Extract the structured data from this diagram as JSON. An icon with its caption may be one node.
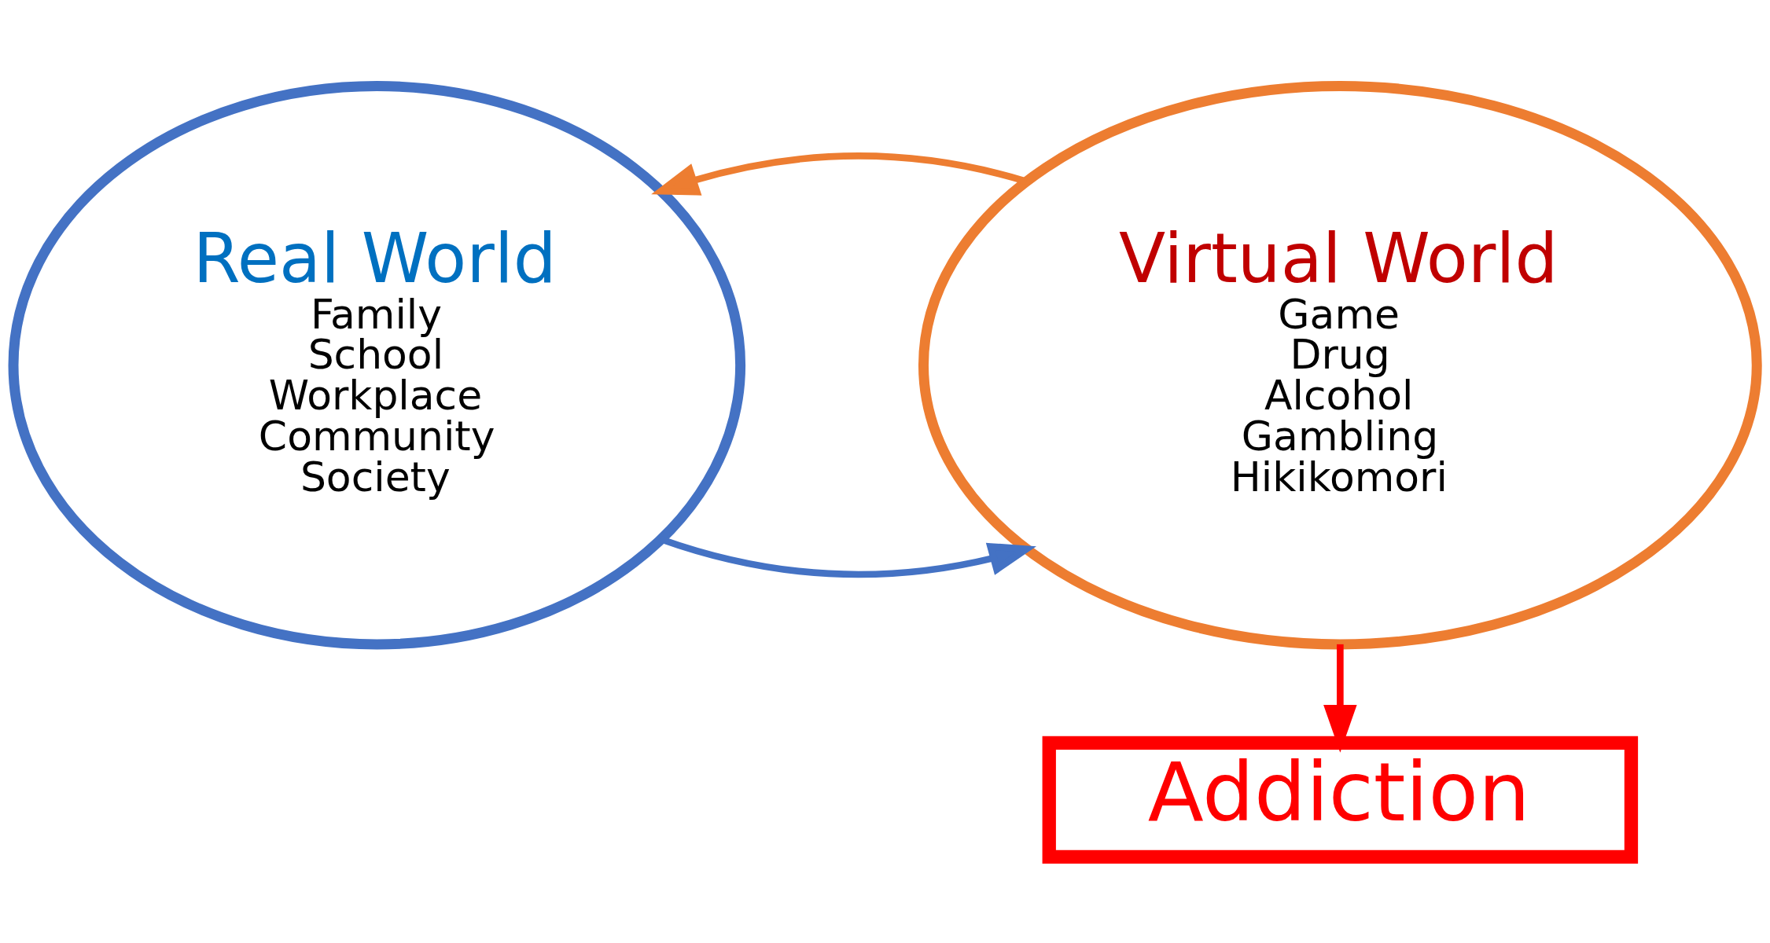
{
  "diagram": {
    "nodes": [
      {
        "text": [
          "Real World",
          "Family",
          "School",
          "Workplace",
          "Community",
          "Society"
        ]
      },
      {
        "text": [
          "Virtual World",
          "Game",
          "Drug",
          "Alcohol",
          "Gambling",
          "Hikikomori"
        ]
      },
      {
        "text": [
          "Addiction"
        ]
      }
    ],
    "edges": [
      {
        "from": 0,
        "to": 1,
        "arrow": "to",
        "color": "#4472c4"
      },
      {
        "from": 1,
        "to": 0,
        "arrow": "to",
        "color": "#ed7d31"
      },
      {
        "from": 1,
        "to": 2,
        "arrow": "to",
        "color": "#ff0000"
      }
    ]
  }
}
